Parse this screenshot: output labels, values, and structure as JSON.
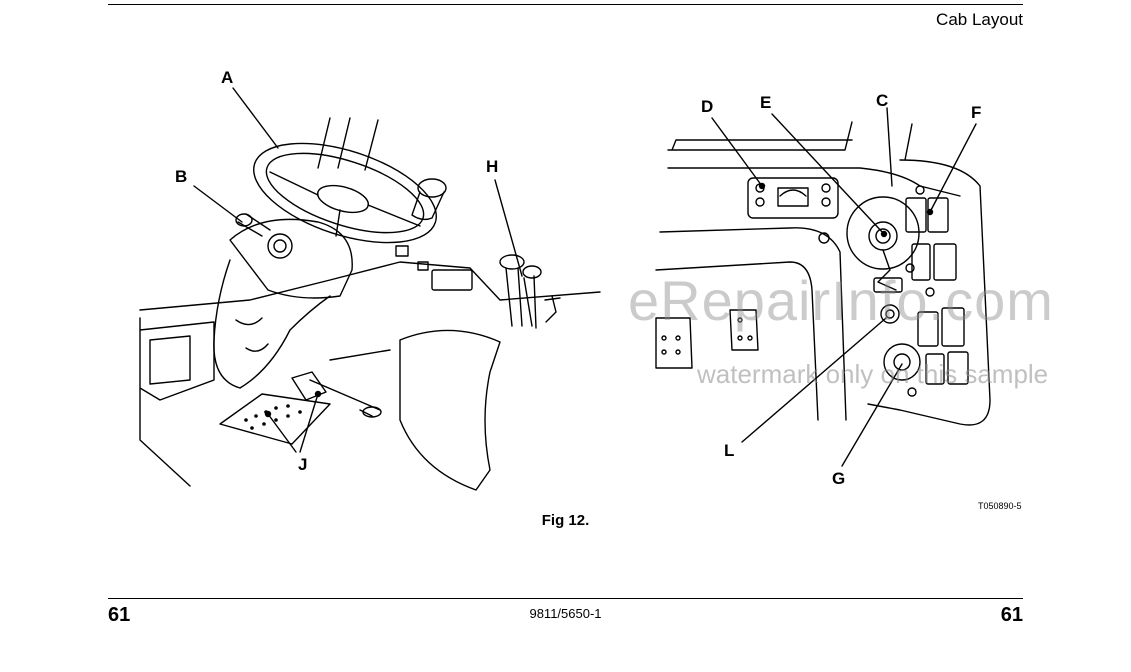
{
  "header": {
    "section_title": "Cab Layout"
  },
  "figure": {
    "caption": "Fig 12.",
    "code": "T050890-5",
    "left_callouts": {
      "A": "A",
      "B": "B",
      "H": "H",
      "J": "J"
    },
    "right_callouts": {
      "D": "D",
      "E": "E",
      "C": "C",
      "F": "F",
      "L": "L",
      "G": "G"
    }
  },
  "watermark": {
    "site": "eRepairInfo.com",
    "note": "watermark only on this sample"
  },
  "footer": {
    "page_left": "61",
    "doc_number": "9811/5650-1",
    "page_right": "61"
  }
}
